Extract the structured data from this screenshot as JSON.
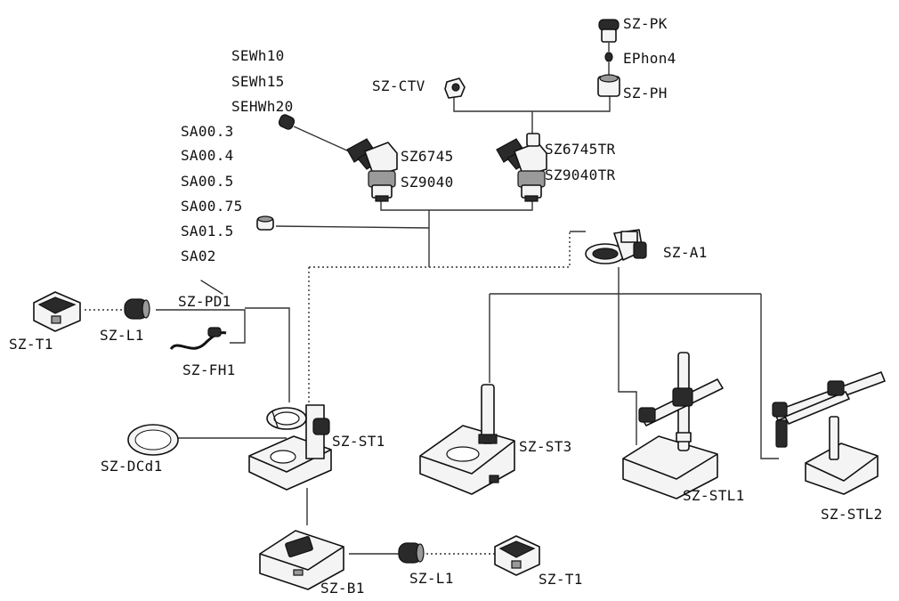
{
  "labels": {
    "sz_pk": "SZ-PK",
    "ephon4": "EPhon4",
    "sz_ph": "SZ-PH",
    "sz_ctv": "SZ-CTV",
    "sewh10": "SEWh10",
    "sewh15": "SEWh15",
    "sehwh20": "SEHWh20",
    "sa003": "SA00.3",
    "sa004": "SA00.4",
    "sa005": "SA00.5",
    "sa0075": "SA00.75",
    "sa015": "SA01.5",
    "sa02": "SA02",
    "sz6745": "SZ6745",
    "sz9040": "SZ9040",
    "sz6745tr": "SZ6745TR",
    "sz9040tr": "SZ9040TR",
    "sz_a1": "SZ-A1",
    "sz_pd1": "SZ-PD1",
    "sz_fh1": "SZ-FH1",
    "sz_t1_left": "SZ-T1",
    "sz_l1_left": "SZ-L1",
    "sz_dcd1": "SZ-DCd1",
    "sz_st1": "SZ-ST1",
    "sz_st3": "SZ-ST3",
    "sz_stl1": "SZ-STL1",
    "sz_stl2": "SZ-STL2",
    "sz_b1": "SZ-B1",
    "sz_l1_bottom": "SZ-L1",
    "sz_t1_bottom": "SZ-T1"
  }
}
